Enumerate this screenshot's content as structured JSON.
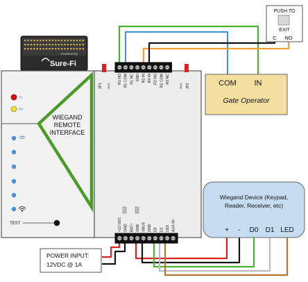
{
  "device": {
    "brand": "Sure-Fi",
    "powered_by": "Powered by",
    "panel_title_lines": [
      "WIEGAND",
      "REMOTE",
      "INTERFACE"
    ],
    "test_label": "TEST",
    "jp1": "JP1",
    "jp2": "JP2",
    "wco_left": "WCO",
    "wco_right": "WCO",
    "led_labels": [
      "Tx",
      "Rx"
    ]
  },
  "top_terminals": [
    "R1 NO",
    "R1 COM",
    "R1 NC",
    "GND",
    "R3 IN",
    "R4 IN",
    "R2 NO",
    "R2 COM",
    "R2 NC"
  ],
  "bottom_terminals": [
    "+12 VDC",
    "GND",
    "BAT+",
    "GND",
    "VBUS",
    "GND",
    "D0",
    "D1",
    "LED",
    "AUX-IN"
  ],
  "push_to_exit": {
    "title": "PUSH TO",
    "exit": "EXIT",
    "c": "C",
    "no": "NO"
  },
  "gate_operator": {
    "com": "COM",
    "in": "IN",
    "label": "Gate Operator"
  },
  "wiegand_device": {
    "title_line1": "Wiegand Device (Keypad,",
    "title_line2": "Reader, Receiver, etc)",
    "pins": [
      "+",
      "-",
      "D0",
      "D1",
      "LED"
    ]
  },
  "power_input": {
    "line1": "POWER INPUT:",
    "line2": "12VDC @ 1A"
  },
  "colors": {
    "wire_green": "#4caf2f",
    "wire_blue": "#4a90d9",
    "wire_orange": "#f0a030",
    "wire_black": "#111111",
    "wire_red": "#e02020",
    "wire_white": "#cccccc",
    "wire_brown": "#b87333",
    "panel_green": "#4c9a2a",
    "gate_fill": "#f5dfa0",
    "wiegand_fill": "#c6dcf0"
  }
}
